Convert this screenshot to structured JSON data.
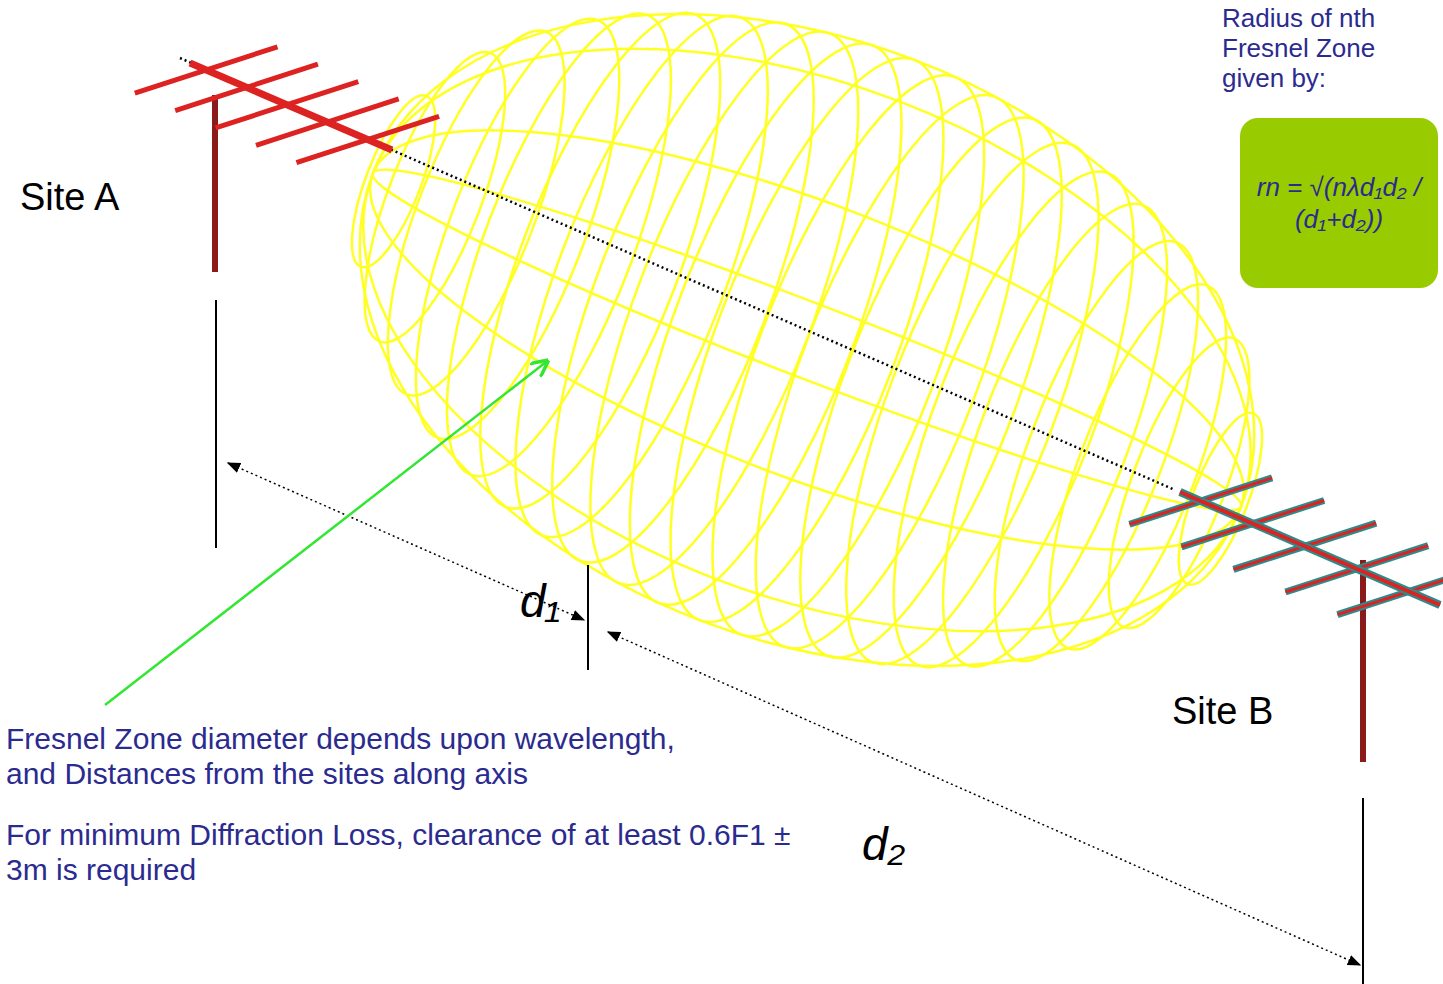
{
  "diagram": {
    "nodes": [
      {
        "text": [
          "rn = √(nλd₁d₂ / (d₁+d₂))"
        ]
      }
    ],
    "labels": [
      "Radius of nth Fresnel Zone given by:",
      "Site A",
      "Site B",
      "d₁",
      "d₂",
      "Fresnel Zone diameter depends upon wavelength, and Distances from the sites along axis",
      "For minimum Diffraction Loss, clearance of at least 0.6F1 ± 3m is required"
    ]
  }
}
